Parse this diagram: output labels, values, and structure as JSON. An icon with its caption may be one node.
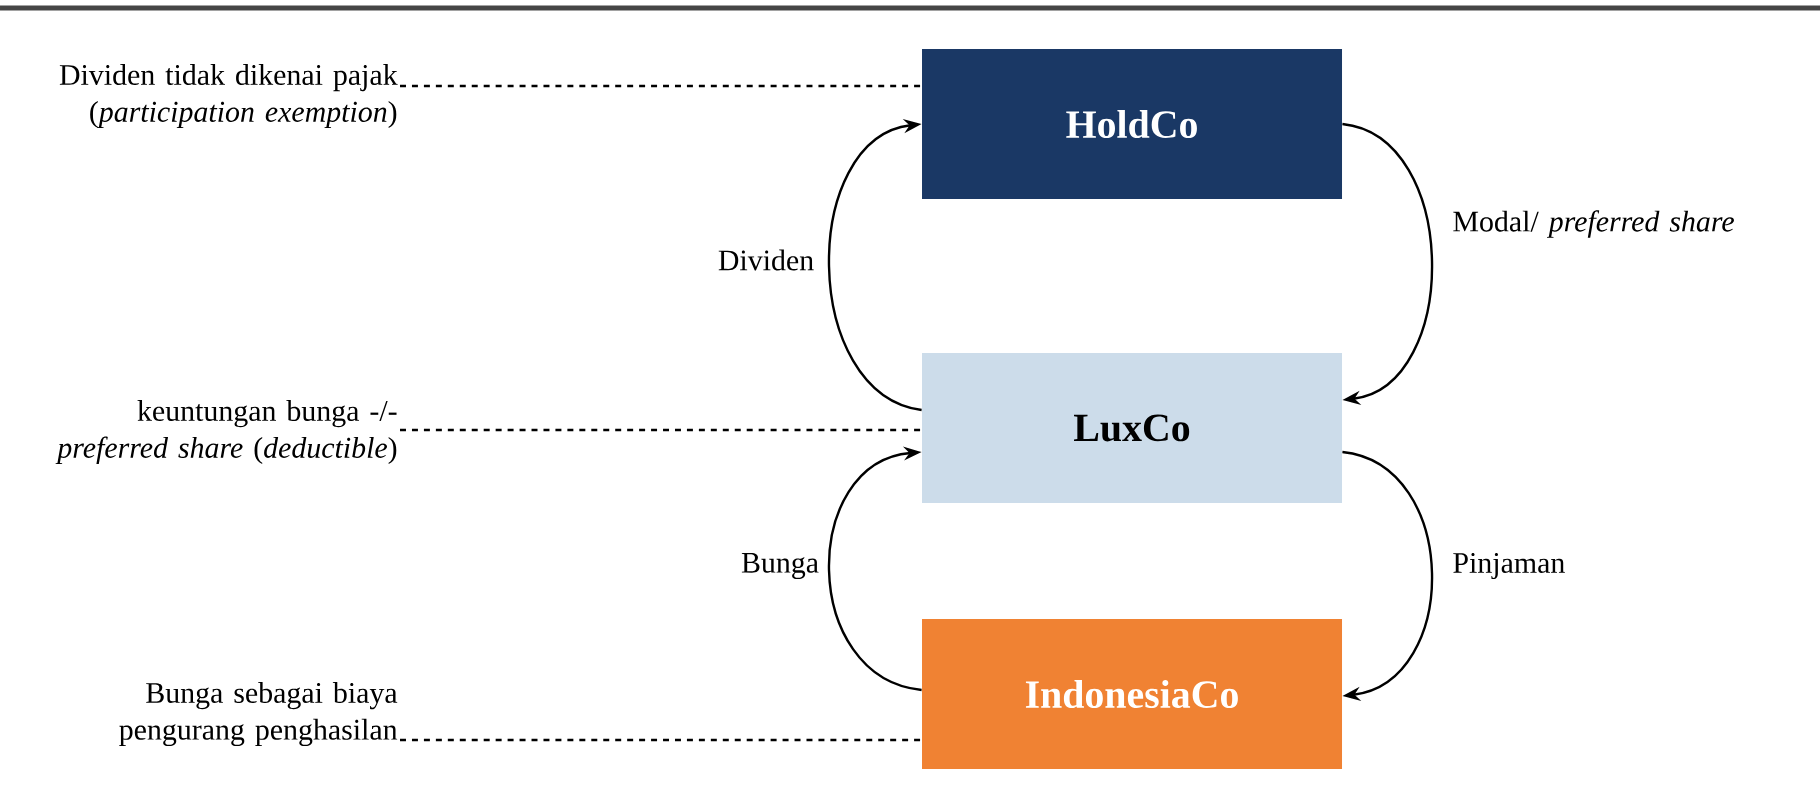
{
  "diagram": {
    "nodes": [
      {
        "text": [
          "HoldCo"
        ]
      },
      {
        "text": [
          "LuxCo"
        ]
      },
      {
        "text": [
          "IndonesiaCo"
        ]
      },
      {
        "text": [
          "Dividen tidak dikenai pajak (*participation exemption*)"
        ]
      },
      {
        "text": [
          "keuntungan bunga -/- *preferred share* (*deductible*)"
        ]
      },
      {
        "text": [
          "Bunga sebagai biaya pengurang penghasilan"
        ]
      }
    ],
    "edges": [
      {
        "from": 1,
        "to": 0,
        "arrow": "to",
        "label": "Dividen"
      },
      {
        "from": 0,
        "to": 1,
        "arrow": "to",
        "label": "Modal/ *preferred share*"
      },
      {
        "from": 2,
        "to": 1,
        "arrow": "to",
        "label": "Bunga"
      },
      {
        "from": 1,
        "to": 2,
        "arrow": "to",
        "label": "Pinjaman"
      },
      {
        "from": 3,
        "to": 0,
        "arrow": "none",
        "style": "dashed"
      },
      {
        "from": 4,
        "to": 1,
        "arrow": "none",
        "style": "dashed"
      },
      {
        "from": 5,
        "to": 2,
        "arrow": "none",
        "style": "dashed"
      }
    ]
  }
}
